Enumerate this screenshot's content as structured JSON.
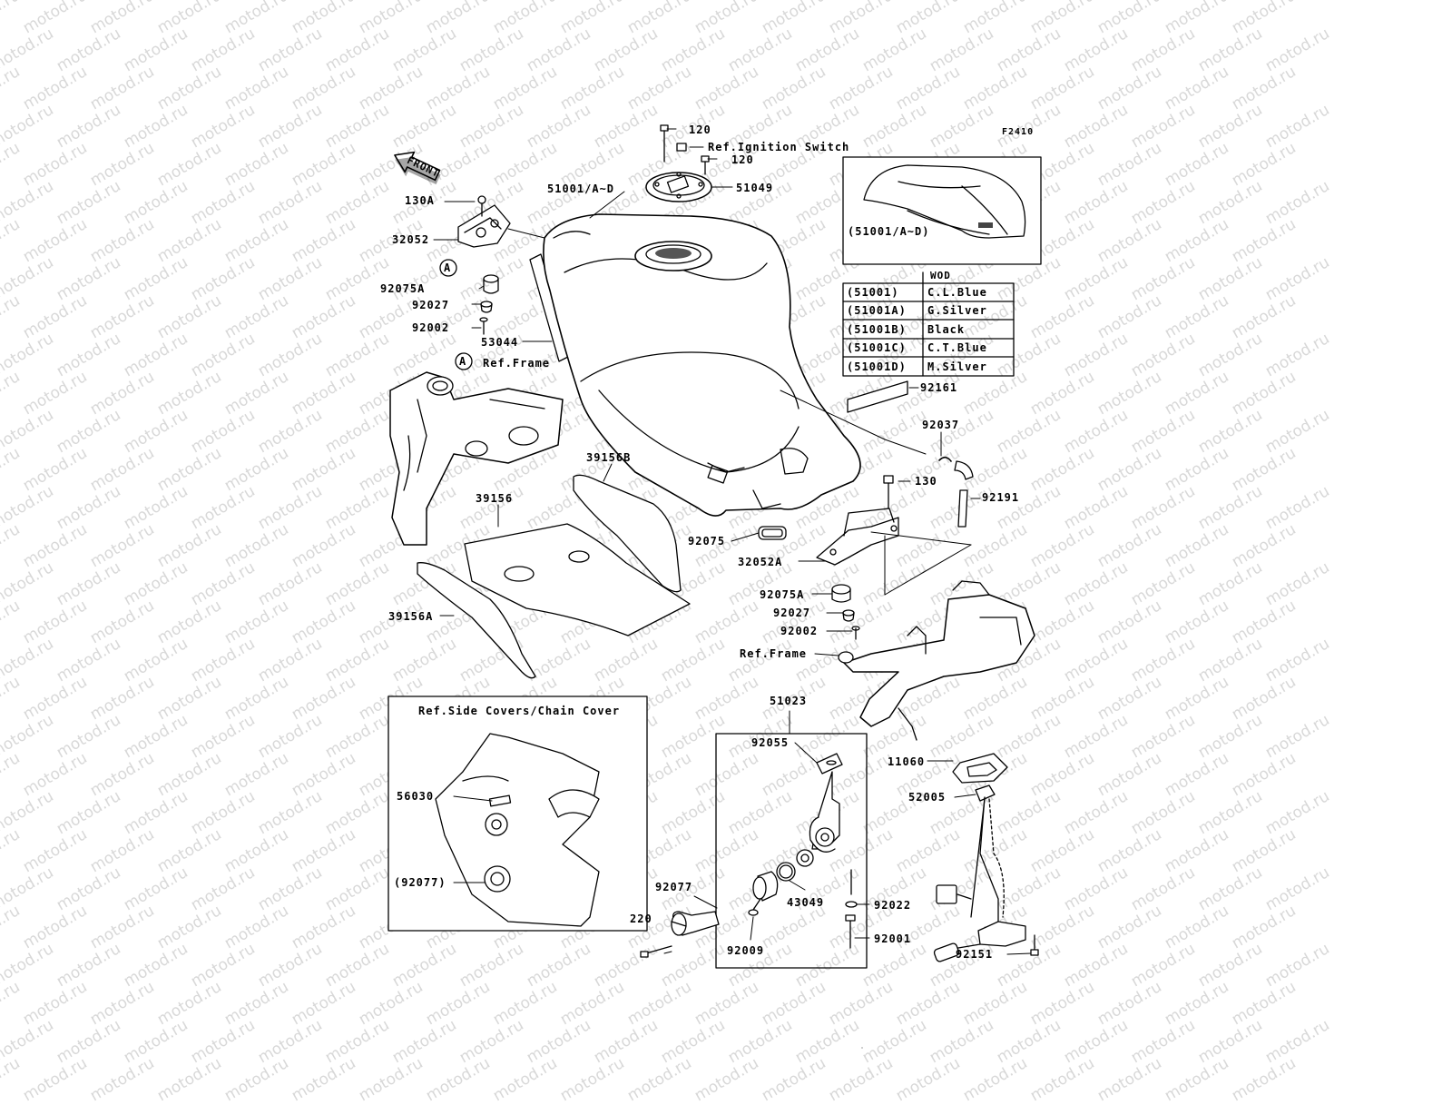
{
  "diagram_id": "F2410",
  "watermark": "motod.ru",
  "front_label": "FRONT",
  "callouts": {
    "screw_120_top": "120",
    "ignition_ref": "Ref.Ignition Switch",
    "screw_120_mid": "120",
    "tank": "51001/A~D",
    "cap_plate": "51049",
    "bolt_130A": "130A",
    "bracket_32052": "32052",
    "damper_92075A": "92075A",
    "collar_92027": "92027",
    "bolt_92002": "92002",
    "pad_53044": "53044",
    "ref_frame_top": "Ref.Frame",
    "circle_a1": "A",
    "circle_a2": "A",
    "pad_92161": "92161",
    "clamp_92037": "92037",
    "bolt_130": "130",
    "hose_92191": "92191",
    "pad_39156B": "39156B",
    "pad_39156": "39156",
    "damper_92075": "92075",
    "bracket_32052A": "32052A",
    "damper_92075A_b": "92075A",
    "collar_92027_b": "92027",
    "bolt_92002_b": "92002",
    "pad_39156A": "39156A",
    "ref_frame_bottom": "Ref.Frame",
    "ref_side_covers": "Ref.Side Covers/Chain Cover",
    "valve_51023": "51023",
    "gasket_92055": "92055",
    "label_56030": "56030",
    "cap_92077_paren": "(92077)",
    "oring_43049": "43049",
    "washer_92022": "92022",
    "knob_92077": "92077",
    "screw_220": "220",
    "bolt_92001": "92001",
    "screw_92009": "92009",
    "gasket_11060": "11060",
    "gauge_52005": "52005",
    "bolt_92151": "92151"
  },
  "inset": {
    "caption": "(51001/A~D)"
  },
  "color_table": {
    "header": "WOD",
    "rows": [
      {
        "code": "(51001)",
        "color": "C.L.Blue"
      },
      {
        "code": "(51001A)",
        "color": "G.Silver"
      },
      {
        "code": "(51001B)",
        "color": "Black"
      },
      {
        "code": "(51001C)",
        "color": "C.T.Blue"
      },
      {
        "code": "(51001D)",
        "color": "M.Silver"
      }
    ]
  }
}
